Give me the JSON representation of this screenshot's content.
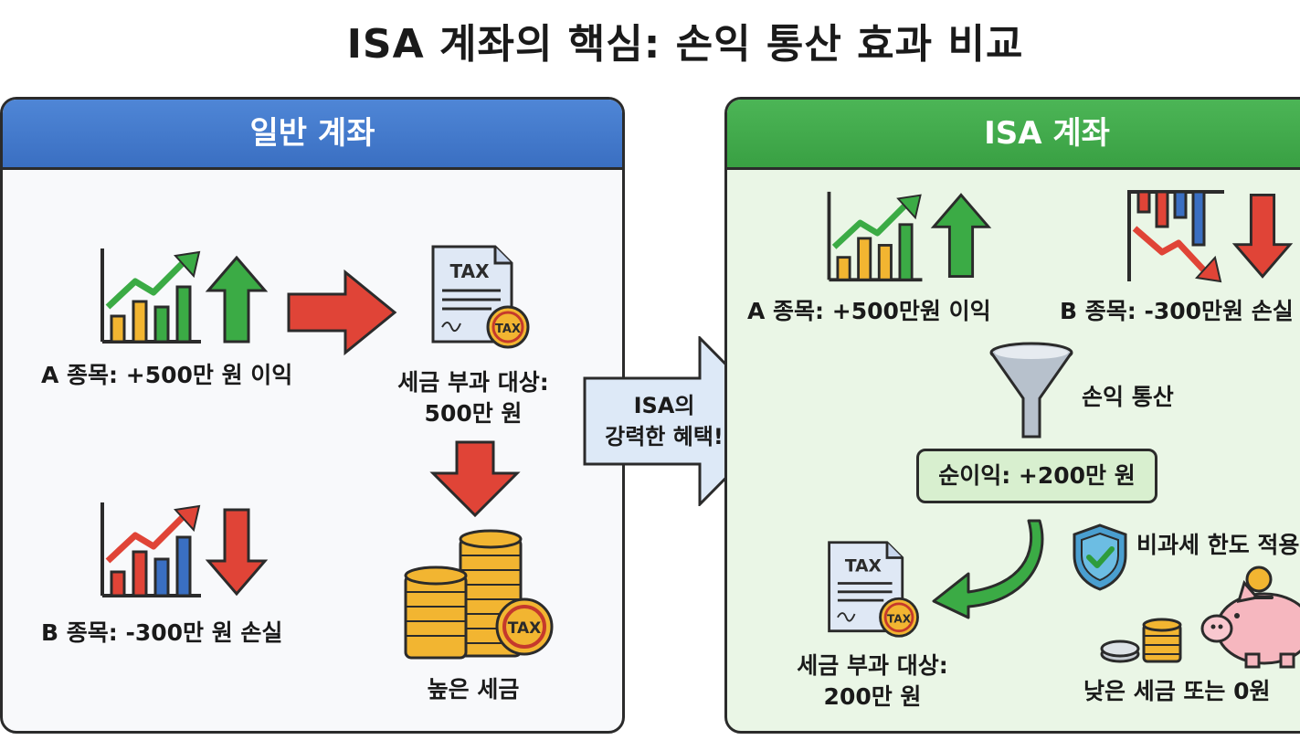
{
  "title": "ISA 계좌의 핵심: 손익 통산 효과 비교",
  "general": {
    "header": "일반 계좌",
    "stock_a": "A 종목: +500만 원 이익",
    "stock_b": "B 종목: -300만 원 손실",
    "tax_target_line1": "세금 부과 대상:",
    "tax_target_line2": "500만 원",
    "high_tax": "높은 세금"
  },
  "callout": {
    "line1": "ISA의",
    "line2": "강력한 혜택!"
  },
  "isa": {
    "header": "ISA 계좌",
    "stock_a": "A 종목: +500만원 이익",
    "stock_b": "B 종목: -300만원 손실",
    "offset": "손익 통산",
    "net_profit": "순이익: +200만 원",
    "tax_target_line1": "세금 부과 대상:",
    "tax_target_line2": "200만 원",
    "tax_free": "비과세 한도 적용",
    "low_tax": "낮은 세금 또는 0원"
  },
  "doc_text": "TAX",
  "coin_text": "TAX",
  "colors": {
    "blue_header": "#3a6fc2",
    "green_header": "#39a043",
    "arrow_red": "#e04437",
    "arrow_green": "#3bab45",
    "gold": "#f2b531"
  }
}
